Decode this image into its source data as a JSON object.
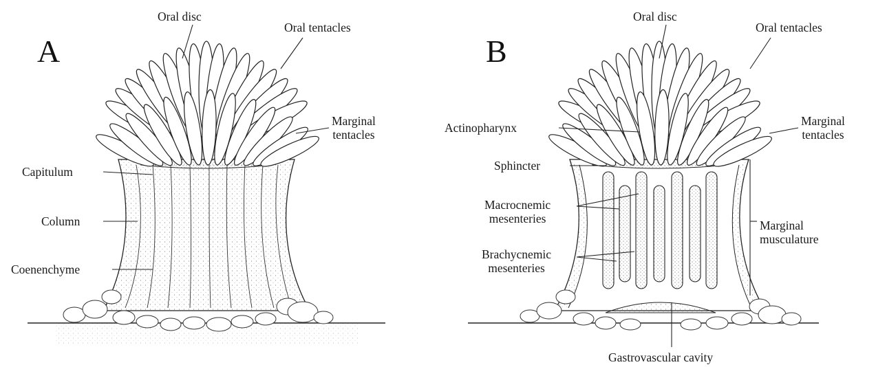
{
  "panels": [
    {
      "letter": "A",
      "labels": {
        "oral_disc": "Oral disc",
        "oral_tentacles": "Oral tentacles",
        "marginal_tentacles": "Marginal\ntentacles",
        "capitulum": "Capitulum",
        "column": "Column",
        "coenenchyme": "Coenenchyme"
      }
    },
    {
      "letter": "B",
      "labels": {
        "oral_disc": "Oral disc",
        "oral_tentacles": "Oral tentacles",
        "actinopharynx": "Actinopharynx",
        "marginal_tentacles": "Marginal\ntentacles",
        "sphincter": "Sphincter",
        "macrocnemic": "Macrocnemic\nmesenteries",
        "brachycnemic": "Brachycnemic\nmesenteries",
        "marginal_musculature": "Marginal\nmusculature",
        "gastrovascular_cavity": "Gastrovascular cavity"
      }
    }
  ]
}
